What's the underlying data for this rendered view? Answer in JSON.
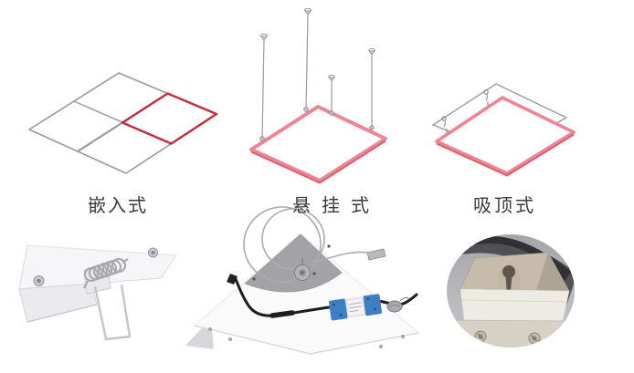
{
  "colors": {
    "background": "#ffffff",
    "caption_color": "#3a3a3a",
    "accent_red": "#c62b3c",
    "panel_pink": "#ef8495",
    "panel_pink_dark": "#d9606f",
    "grid_gray": "#9a9a9a",
    "wire_gray": "#9b9b9b",
    "driver_blue": "#3d7ec4"
  },
  "figures": {
    "top_row": [
      {
        "label": "嵌入式",
        "icon": "recessed-grid-diagram"
      },
      {
        "label": "悬挂式",
        "icon": "suspended-panel-diagram"
      },
      {
        "label": "吸顶式",
        "icon": "ceiling-mount-diagram"
      }
    ],
    "bottom_row": [
      {
        "icon": "spring-clip-bracket-photo"
      },
      {
        "icon": "panel-back-with-suspension-kit-photo"
      },
      {
        "icon": "mounting-bracket-closeup-photo"
      }
    ]
  }
}
